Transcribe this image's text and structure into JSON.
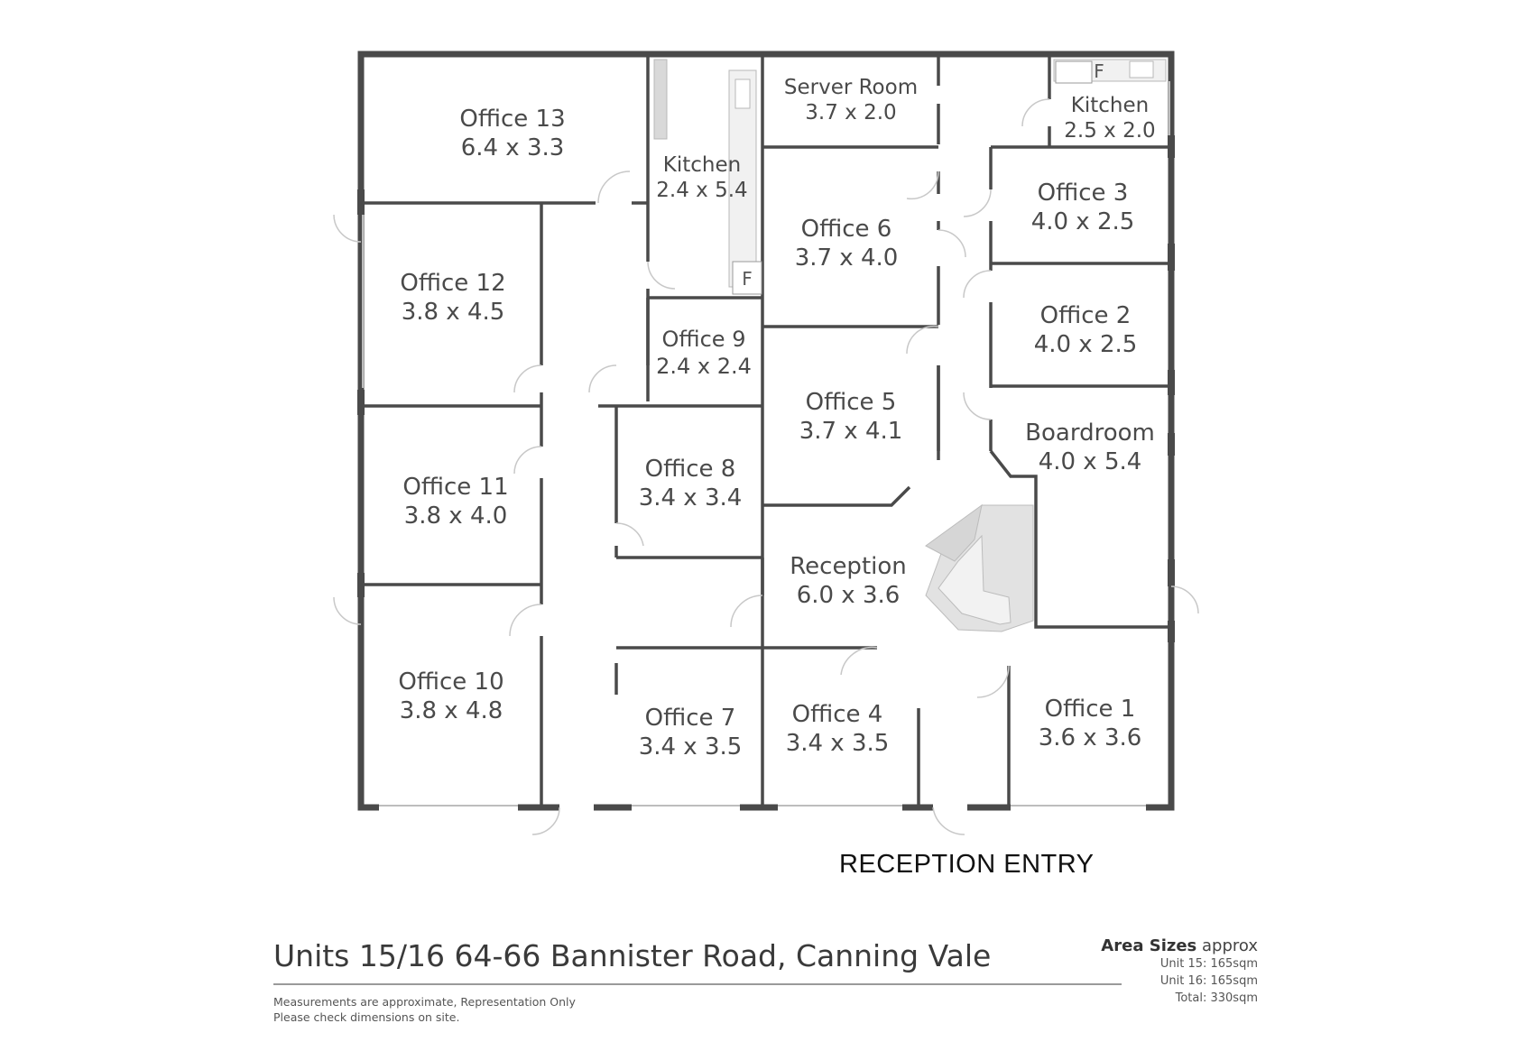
{
  "rooms": [
    {
      "id": "office-13",
      "name": "Office 13",
      "dims": "6.4 x 3.3"
    },
    {
      "id": "kitchen-west",
      "name": "Kitchen",
      "dims": "2.4 x 5.4"
    },
    {
      "id": "server-room",
      "name": "Server Room",
      "dims": "3.7 x 2.0"
    },
    {
      "id": "kitchen-east",
      "name": "Kitchen",
      "dims": "2.5 x 2.0"
    },
    {
      "id": "office-12",
      "name": "Office 12",
      "dims": "3.8 x 4.5"
    },
    {
      "id": "office-6",
      "name": "Office 6",
      "dims": "3.7 x 4.0"
    },
    {
      "id": "office-3",
      "name": "Office 3",
      "dims": "4.0 x 2.5"
    },
    {
      "id": "office-9",
      "name": "Office 9",
      "dims": "2.4 x 2.4"
    },
    {
      "id": "office-2",
      "name": "Office 2",
      "dims": "4.0 x 2.5"
    },
    {
      "id": "office-5",
      "name": "Office 5",
      "dims": "3.7 x 4.1"
    },
    {
      "id": "boardroom",
      "name": "Boardroom",
      "dims": "4.0 x 5.4"
    },
    {
      "id": "office-11",
      "name": "Office 11",
      "dims": "3.8 x 4.0"
    },
    {
      "id": "office-8",
      "name": "Office 8",
      "dims": "3.4 x 3.4"
    },
    {
      "id": "reception",
      "name": "Reception",
      "dims": "6.0 x 3.6"
    },
    {
      "id": "office-10",
      "name": "Office 10",
      "dims": "3.8 x 4.8"
    },
    {
      "id": "office-7",
      "name": "Office 7",
      "dims": "3.4 x 3.5"
    },
    {
      "id": "office-4",
      "name": "Office 4",
      "dims": "3.4 x 3.5"
    },
    {
      "id": "office-1",
      "name": "Office 1",
      "dims": "3.6 x 3.6"
    }
  ],
  "fixtures": {
    "fridge_label": "F"
  },
  "entry_label": "RECEPTION ENTRY",
  "footer": {
    "address": "Units 15/16 64-66 Bannister Road, Canning Vale",
    "note_line1": "Measurements are approximate, Representation Only",
    "note_line2": "Please check dimensions on site.",
    "area_title_bold": "Area Sizes",
    "area_title_rest": "approx",
    "unit15": "Unit 15: 165sqm",
    "unit16": "Unit 16: 165sqm",
    "total": "Total: 330sqm"
  }
}
